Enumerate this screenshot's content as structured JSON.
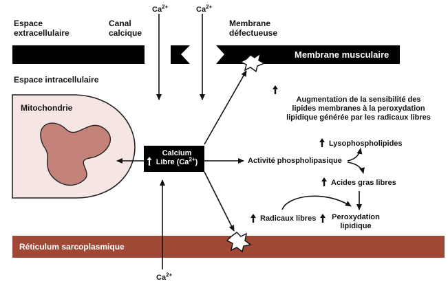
{
  "labels": {
    "espace_extra_1": "Espace",
    "espace_extra_2": "extracellulaire",
    "canal_1": "Canal",
    "canal_2": "calcique",
    "ca_top_1_base": "Ca",
    "ca_top_1_sup": "2+",
    "ca_top_2_base": "Ca",
    "ca_top_2_sup": "2+",
    "membrane_def_1": "Membrane",
    "membrane_def_2": "défectueuse",
    "membrane_musc": "Membrane musculaire",
    "espace_intra": "Espace intracellulaire",
    "mitochondrie": "Mitochondrie",
    "augmentation_1": "Augmentation de la sensibilité des",
    "augmentation_2": "lipides membranes à la peroxydation",
    "augmentation_3": "lipidique générée par les radicaux libres",
    "calcium_1": "Calcium",
    "calcium_2_base": "Libre (Ca",
    "calcium_2_sup": "2+",
    "calcium_2_end": ")",
    "activite": "Activité phospholipasique",
    "lysophospholipides": "Lysophospholipides",
    "acides_gras": "Acides gras libres",
    "radicaux": "Radicaux libres",
    "peroxydation_1": "Peroxydation",
    "peroxydation_2": "lipidique",
    "reticulum": "Réticulum sarcoplasmique",
    "ca_bottom_base": "Ca",
    "ca_bottom_sup": "2+"
  },
  "colors": {
    "membrane": "#000000",
    "reticulum": "#a04836",
    "mito_outer": "#f6e6e3",
    "mito_inner": "#c4837a",
    "text": "#111111"
  },
  "icons": {
    "increase": "up-arrow-icon"
  }
}
